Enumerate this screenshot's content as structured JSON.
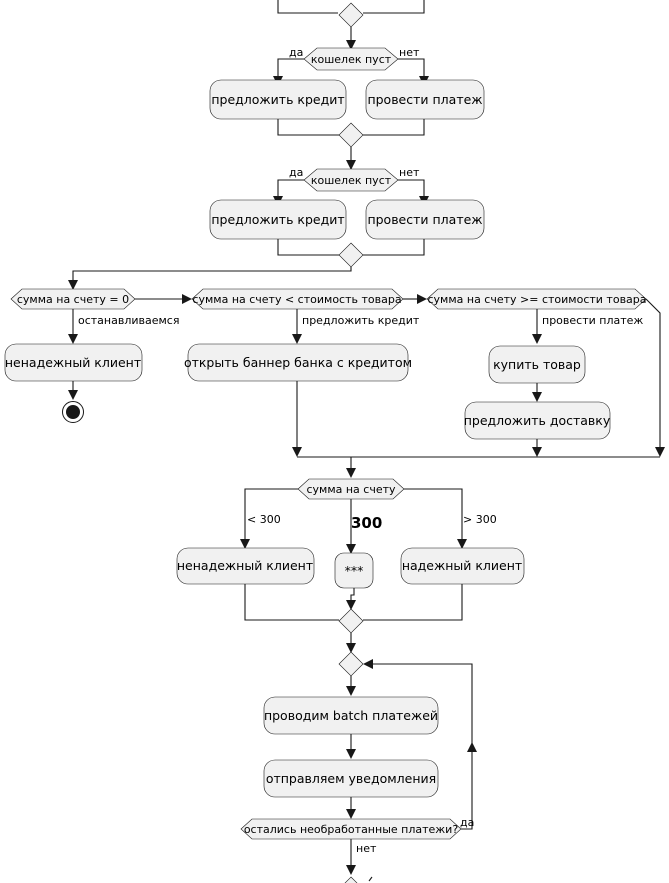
{
  "flow": {
    "decision1": {
      "question": "кошелек пуст",
      "yes": "да",
      "no": "нет"
    },
    "decision1_actions": {
      "left": "предложить кредит",
      "right": "провести платеж"
    },
    "decision2": {
      "question": "кошелек пуст",
      "yes": "да",
      "no": "нет"
    },
    "decision2_actions": {
      "left": "предложить кредит",
      "right": "провести платеж"
    },
    "elseif": {
      "branch1": {
        "condition": "сумма на счету = 0",
        "label": "останавливаемся",
        "action": "ненадежный клиент"
      },
      "branch2": {
        "condition": "сумма на счету < стоимость товара",
        "label": "предложить кредит",
        "action": "открыть баннер банка с кредитом"
      },
      "branch3": {
        "condition": "сумма на счету >= стоимости товара",
        "label": "провести платеж",
        "actions": [
          "купить товар",
          "предложить доставку"
        ]
      }
    },
    "switch": {
      "question": "сумма на счету",
      "cases": [
        {
          "label": "< 300",
          "action": "ненадежный клиент"
        },
        {
          "label": "300",
          "action": "***"
        },
        {
          "label": "> 300",
          "action": "надежный клиент"
        }
      ]
    },
    "loop": {
      "actions": [
        "проводим batch платежей",
        "отправляем уведомления"
      ],
      "condition": "остались необработанные платежи?",
      "yes": "да",
      "no": "нет"
    }
  }
}
